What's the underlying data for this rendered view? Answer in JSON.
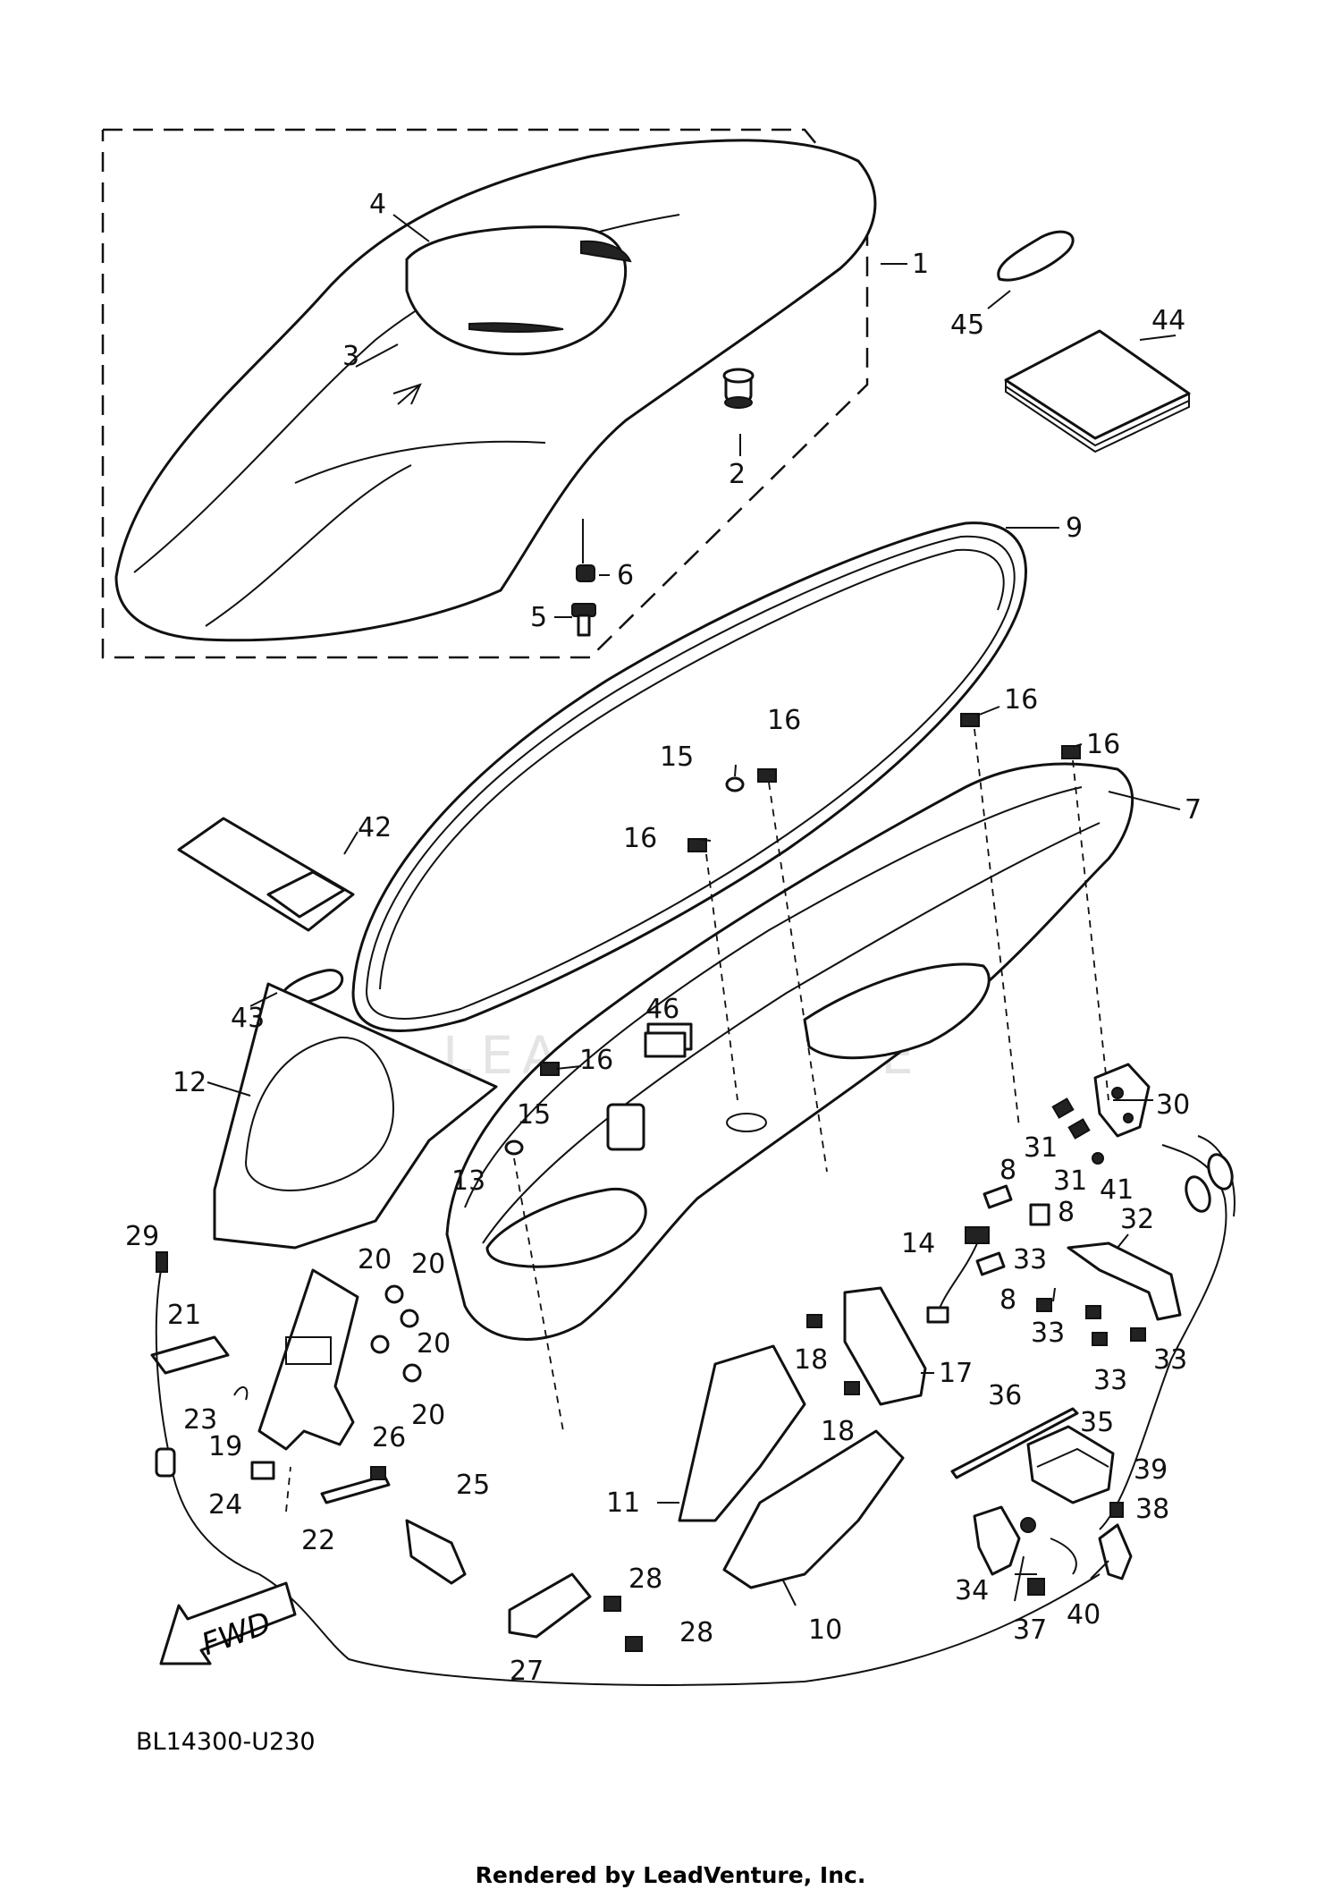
{
  "diagram": {
    "reference_code": "BL14300-U230",
    "credit": "Rendered by LeadVenture, Inc.",
    "watermark": "LEADVENTURE",
    "fwd_label": "FWD",
    "callouts": [
      "1",
      "2",
      "3",
      "4",
      "5",
      "6",
      "7",
      "8",
      "9",
      "10",
      "11",
      "12",
      "13",
      "14",
      "15",
      "16",
      "17",
      "18",
      "19",
      "20",
      "21",
      "22",
      "23",
      "24",
      "25",
      "26",
      "27",
      "28",
      "29",
      "30",
      "31",
      "32",
      "33",
      "34",
      "35",
      "36",
      "37",
      "38",
      "39",
      "40",
      "41",
      "42",
      "43",
      "44",
      "45",
      "46"
    ]
  }
}
